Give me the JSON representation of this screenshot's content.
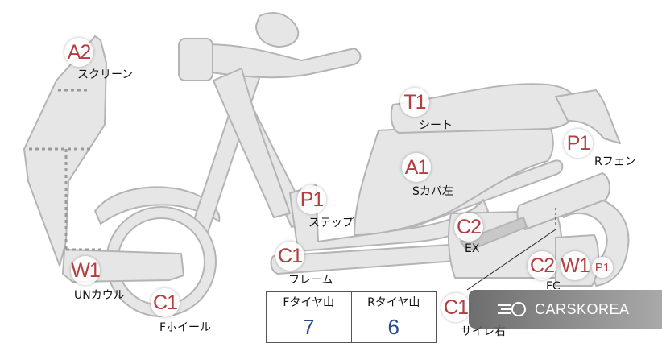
{
  "parts": [
    {
      "id": "screen",
      "code": "A2",
      "label": "スクリーン"
    },
    {
      "id": "seat",
      "code": "T1",
      "label": "シート"
    },
    {
      "id": "r-fender",
      "code": "P1",
      "label": "Rフェン"
    },
    {
      "id": "s-cover-left",
      "code": "A1",
      "label": "Sカバ左"
    },
    {
      "id": "step",
      "code": "P1",
      "label": "ステップ"
    },
    {
      "id": "ex",
      "code": "C2",
      "label": "EX"
    },
    {
      "id": "frame",
      "code": "C1",
      "label": "フレーム"
    },
    {
      "id": "un-cowl",
      "code": "W1",
      "label": "UNカウル"
    },
    {
      "id": "f-wheel",
      "code": "C1",
      "label": "Fホイール"
    },
    {
      "id": "fc",
      "code": "C2",
      "label": "FC"
    },
    {
      "id": "fc-w",
      "code": "W1",
      "label": ""
    },
    {
      "id": "fc-p",
      "code": "P1",
      "label": ""
    },
    {
      "id": "silencer-right",
      "code": "C1",
      "label": "サイレ右"
    }
  ],
  "tire_table": {
    "front_header": "Fタイヤ山",
    "front_value": "7",
    "rear_header": "Rタイヤ山",
    "rear_value": "6"
  },
  "watermark": {
    "text": "CARSKOREA",
    "icon": "carskorea-logo-icon"
  },
  "colors": {
    "part_fill": "#e6e6e6",
    "part_stroke": "#b4b4b4",
    "code_red": "#b33d3f",
    "value_blue": "#2d4a8c"
  }
}
